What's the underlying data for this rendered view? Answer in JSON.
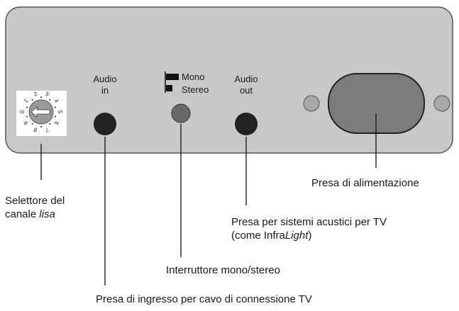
{
  "panel": {
    "labels": {
      "audio_in_line1": "Audio",
      "audio_in_line2": "in",
      "mono": "Mono",
      "stereo": "Stereo",
      "audio_out_line1": "Audio",
      "audio_out_line2": "out"
    },
    "dial_digits": [
      "0",
      "1",
      "2",
      "3",
      "4",
      "5",
      "6",
      "7",
      "8",
      "9"
    ]
  },
  "callouts": {
    "selector_line1": "Selettore del",
    "selector_line2_prefix": "canale ",
    "selector_line2_italic": "lisa",
    "power": "Presa di alimentazione",
    "tv_audio_line1": "Presa per sistemi acustici per TV",
    "tv_audio_line2_prefix": "(come Infra",
    "tv_audio_line2_italic": "Light",
    "tv_audio_line2_suffix": ")",
    "mono_stereo": "Interruttore mono/stereo",
    "tv_input": "Presa di ingresso per cavo di connessione TV"
  },
  "colors": {
    "panel_fill": "#c8c8c8",
    "panel_stroke": "#555555",
    "jack_dark": "#222222",
    "jack_grey": "#6a6a6a",
    "power_socket": "#7c7c7c",
    "screw": "#a8a8a8",
    "text": "#1a1a1a"
  }
}
